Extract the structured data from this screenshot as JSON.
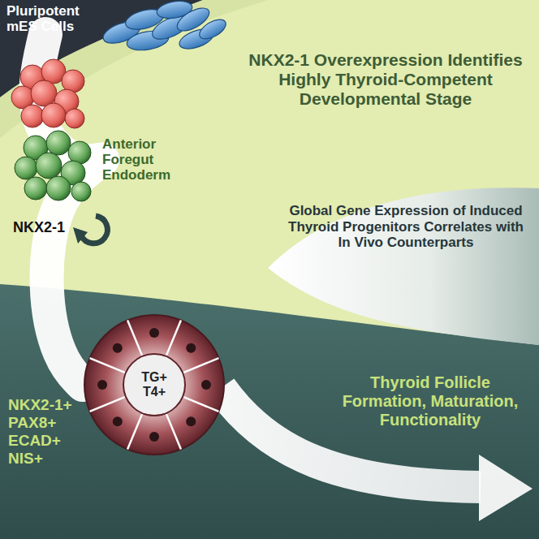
{
  "diagram": {
    "nodes": [
      {
        "text": [
          "Pluripotent mES Cells"
        ]
      },
      {
        "text": [
          "Anterior Foregut Endoderm"
        ]
      },
      {
        "text": [
          "TG+ T4+"
        ]
      }
    ],
    "edges": [
      {
        "from": 0,
        "to": 1,
        "arrow": "none"
      },
      {
        "from": 1,
        "to": 2,
        "arrow": "none"
      }
    ],
    "labels": [
      "NKX2-1 Overexpression Identifies Highly Thyroid-Competent Developmental Stage",
      "NKX2-1",
      "Global Gene Expression of Induced Thyroid Progenitors Correlates with In Vivo Counterparts",
      "NKX2-1+ PAX8+ ECAD+ NIS+",
      "Thyroid Follicle Formation, Maturation, Functionality"
    ]
  }
}
